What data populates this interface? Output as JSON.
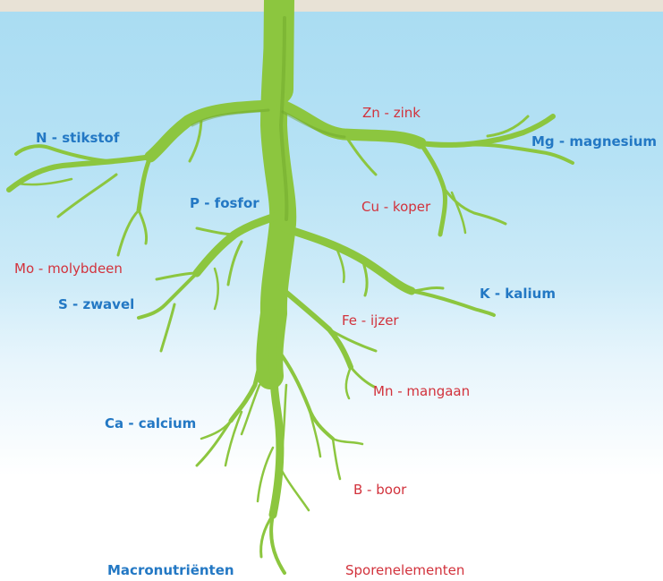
{
  "colors": {
    "macro": "#2378c4",
    "trace": "#d2323c",
    "root": "#8cc63f",
    "root_shade": "#6da52a",
    "sky_top": "#a9dcf2",
    "soil": "#e8e2d6"
  },
  "labels": {
    "n": "N - stikstof",
    "p": "P - fosfor",
    "k": "K - kalium",
    "s": "S - zwavel",
    "ca": "Ca - calcium",
    "mg": "Mg - magnesium",
    "zn": "Zn - zink",
    "cu": "Cu - koper",
    "mo": "Mo - molybdeen",
    "fe": "Fe - ijzer",
    "mn": "Mn - mangaan",
    "b": "B - boor"
  },
  "legend": {
    "macro": "Macronutriënten",
    "trace": "Sporenelementen"
  }
}
